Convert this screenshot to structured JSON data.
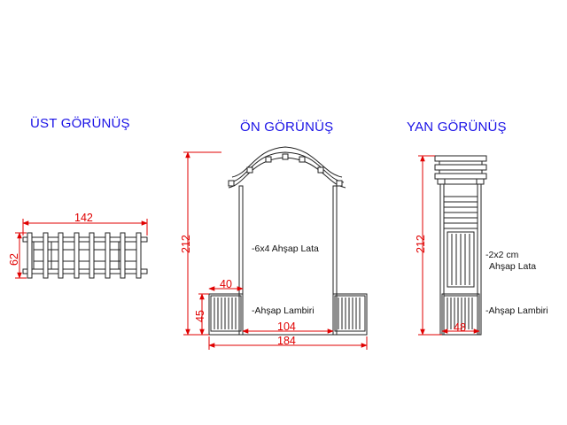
{
  "views": {
    "top": {
      "title": "ÜST GÖRÜNÜŞ",
      "dim_width": "142",
      "dim_depth": "62"
    },
    "front": {
      "title": "ÖN GÖRÜNÜŞ",
      "dim_height": "212",
      "dim_planter_width": "40",
      "dim_planter_height": "45",
      "dim_inner_width": "104",
      "dim_total_width": "184",
      "label_lath": "-6x4 Ahşap Lata",
      "label_panel": "-Ahşap Lambiri"
    },
    "side": {
      "title": "YAN GÖRÜNÜŞ",
      "dim_height": "212",
      "dim_depth": "48",
      "label_lath_line1": "-2x2 cm",
      "label_lath_line2": "Ahşap Lata",
      "label_panel": "-Ahşap Lambiri"
    }
  },
  "colors": {
    "title": "#1a12e6",
    "dimension": "#e00000",
    "drawing": "#222222",
    "note": "#111111"
  }
}
